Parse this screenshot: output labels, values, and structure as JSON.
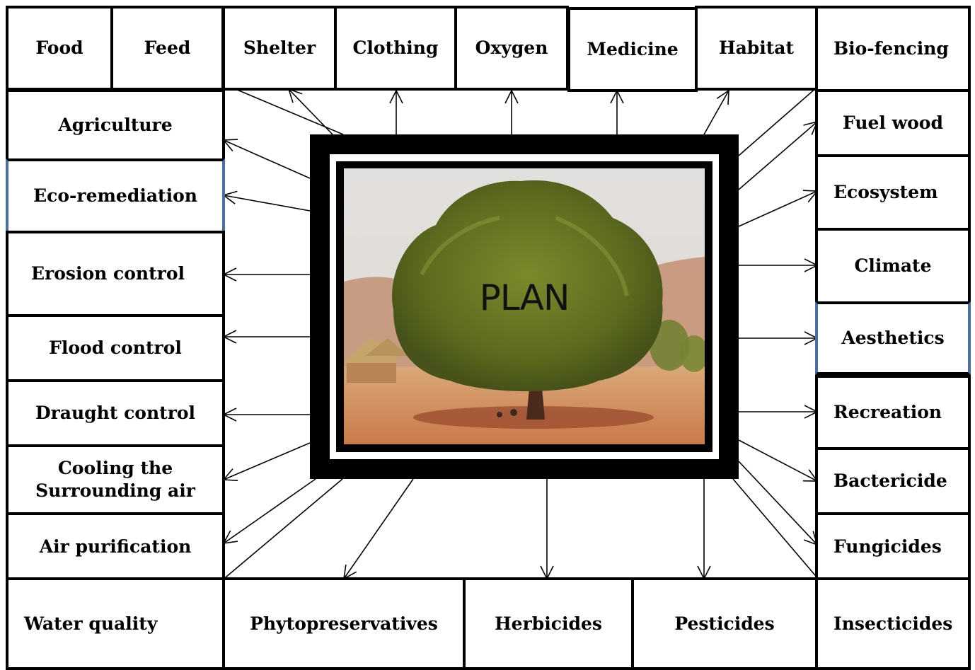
{
  "center": {
    "label": "PLAN"
  },
  "top": [
    "Food",
    "Feed",
    "Shelter",
    "Clothing",
    "Oxygen",
    "Medicine",
    "Habitat",
    "Bio-fencing"
  ],
  "left": [
    "Agriculture",
    "Eco-remediation",
    "Erosion control",
    "Flood control",
    "Draught control",
    "Cooling the Surrounding air",
    "Air purification"
  ],
  "right": [
    "Fuel wood",
    "Ecosystem",
    "Climate",
    "Aesthetics",
    "Recreation",
    "Bactericide",
    "Fungicides"
  ],
  "bottom": [
    "Water quality",
    "Phytopreservatives",
    "Herbicides",
    "Pesticides",
    "Insecticides"
  ],
  "colors": {
    "border": "#000000",
    "accent_edge": "#4a6fa5"
  }
}
